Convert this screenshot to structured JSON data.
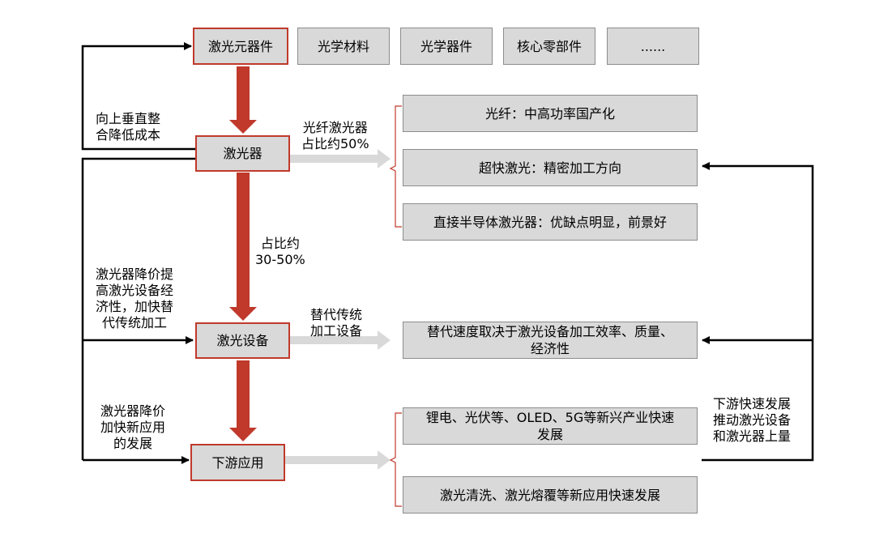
{
  "top_row": {
    "components": "激光元器件",
    "materials": "光学材料",
    "optical_devices": "光学器件",
    "core_parts": "核心零部件",
    "more": "......"
  },
  "chain": {
    "laser": "激光器",
    "equipment": "激光设备",
    "downstream": "下游应用"
  },
  "left_notes": {
    "vertical_integration": "向上垂直整\n合降低成本",
    "price_drop_equipment": "激光器降价提\n高激光设备经\n济性，加快替\n代传统加工",
    "price_drop_apps": "激光器降价\n加快新应用\n的发展"
  },
  "arrow_labels": {
    "fiber_share": "光纤激光器\n占比约50%",
    "cost_share": "占比约\n30-50%",
    "replace_traditional": "替代传统\n加工设备"
  },
  "laser_types": {
    "fiber": "光纤：中高功率国产化",
    "ultrafast": "超快激光：精密加工方向",
    "diode": "直接半导体激光器：优缺点明显，前景好"
  },
  "equipment_note": "替代速度取决于激光设备加工效率、质量、\n经济性",
  "applications": {
    "industries": "锂电、光伏等、OLED、5G等新兴产业快速\n发展",
    "new_apps": "激光清洗、激光熔覆等新应用快速发展"
  },
  "right_note": "下游快速发展\n推动激光设备\n和激光器上量",
  "colors": {
    "accent_red": "#c0392b",
    "box_fill": "#d9d9d9",
    "gray_arrow": "#d9d9d9"
  }
}
